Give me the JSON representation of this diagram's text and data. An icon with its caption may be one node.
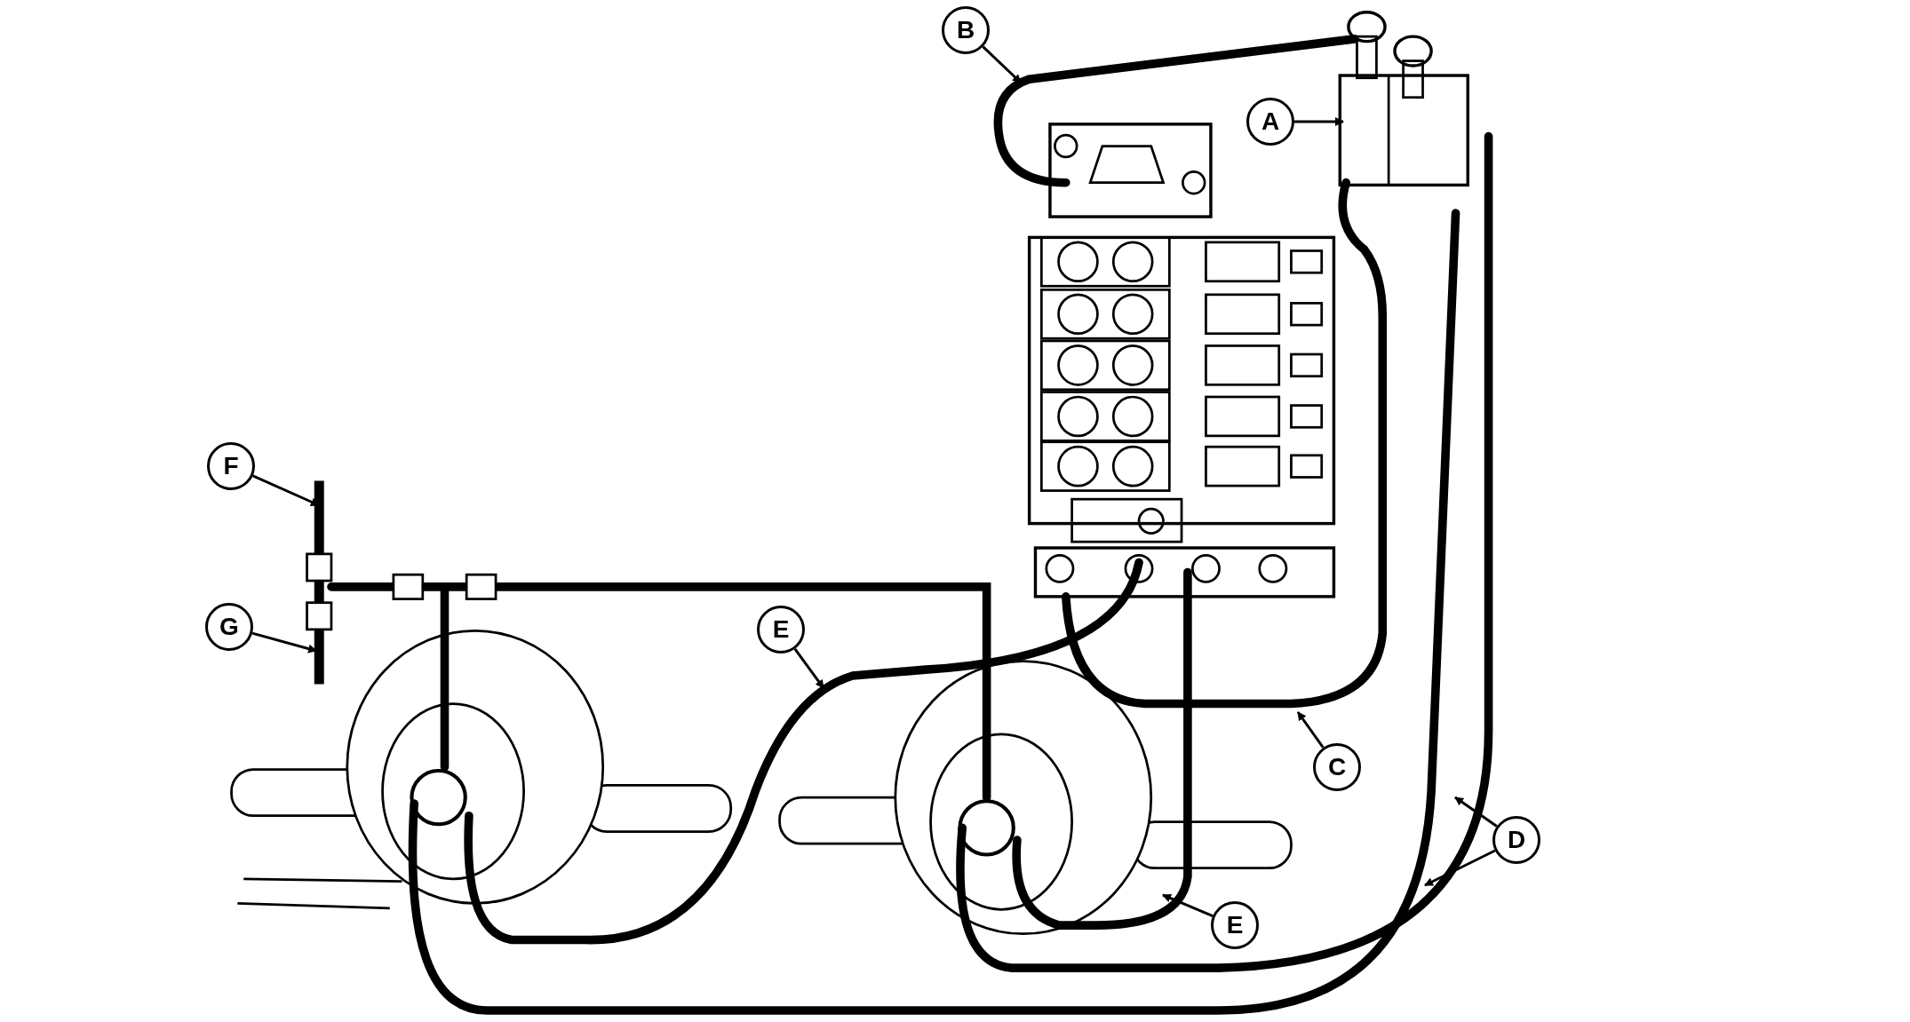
{
  "diagram": {
    "nodes": [
      {
        "text": [
          "B"
        ]
      },
      {
        "text": [
          "A"
        ]
      },
      {
        "text": [
          "F"
        ]
      },
      {
        "text": [
          "G"
        ]
      },
      {
        "text": [
          "E"
        ]
      },
      {
        "text": [
          "C"
        ]
      },
      {
        "text": [
          "D"
        ]
      },
      {
        "text": [
          "E"
        ]
      }
    ],
    "edges": [
      {
        "from": 0,
        "to": null,
        "arrow": "to"
      },
      {
        "from": 1,
        "to": null,
        "arrow": "to"
      },
      {
        "from": 2,
        "to": null,
        "arrow": "to"
      },
      {
        "from": 3,
        "to": null,
        "arrow": "to"
      },
      {
        "from": 4,
        "to": null,
        "arrow": "to"
      },
      {
        "from": 5,
        "to": null,
        "arrow": "to"
      },
      {
        "from": 6,
        "to": null,
        "arrow": "to"
      },
      {
        "from": 6,
        "to": null,
        "arrow": "to"
      },
      {
        "from": 7,
        "to": null,
        "arrow": "to"
      }
    ]
  }
}
